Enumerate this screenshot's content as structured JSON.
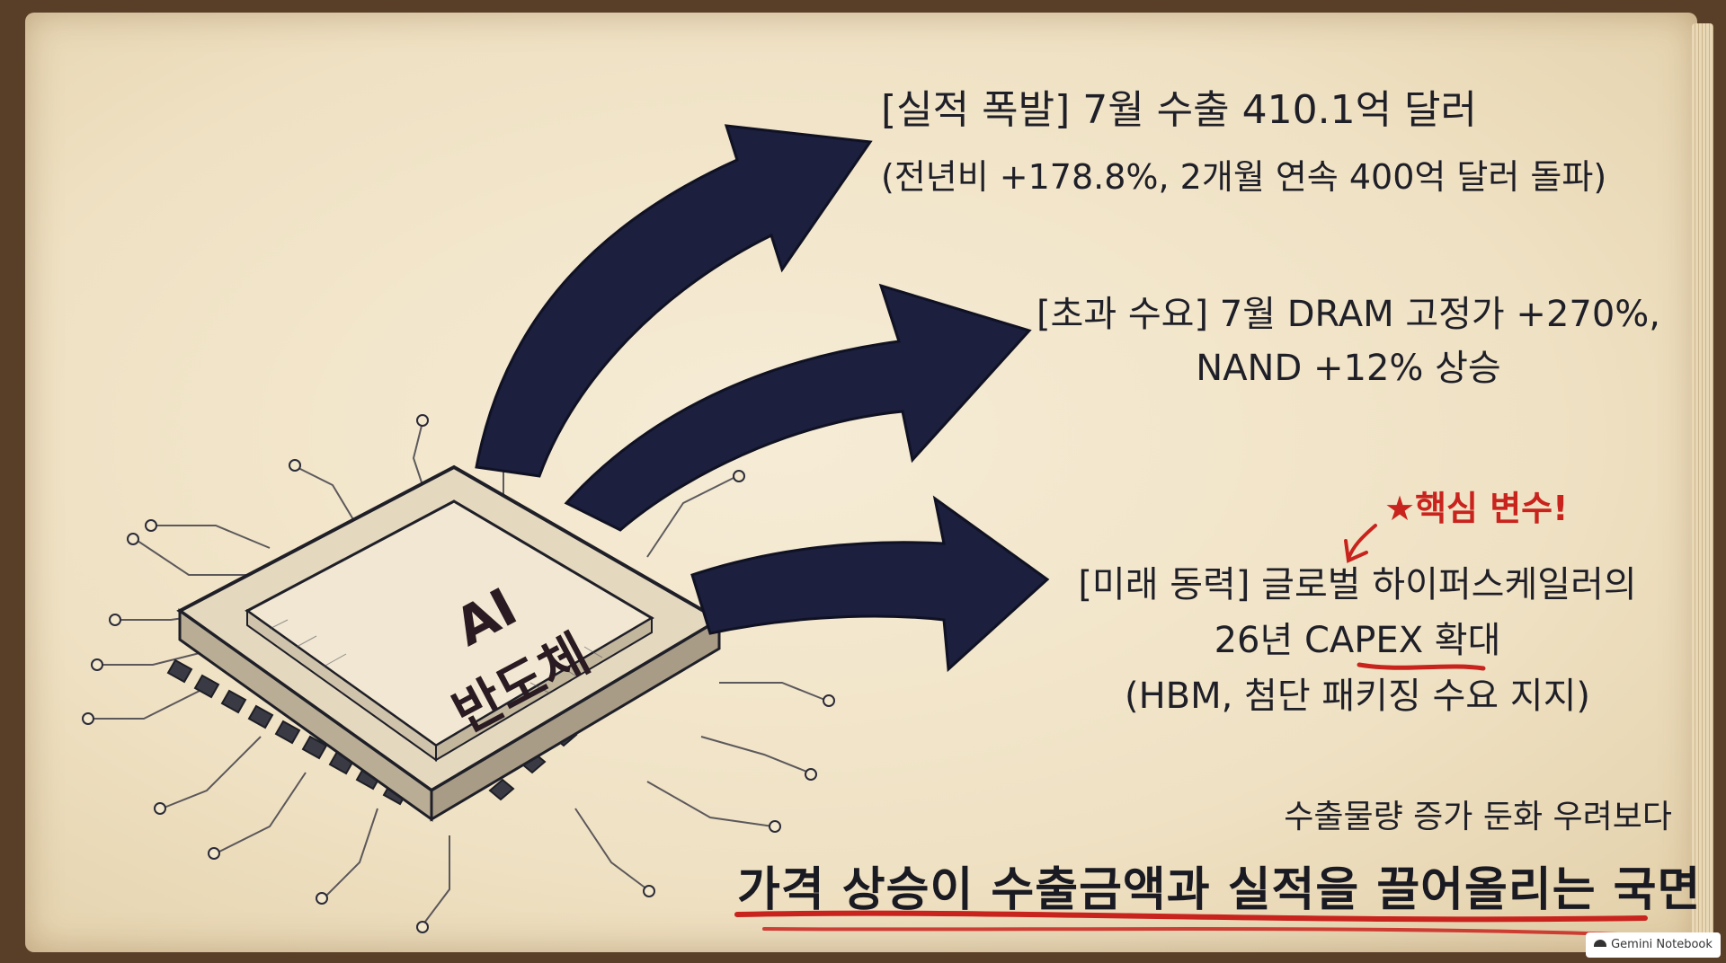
{
  "diagram": {
    "chip": {
      "line1": "AI",
      "line2": "반도체"
    },
    "blocks": [
      {
        "heading": "[실적 폭발] 7월 수출 410.1억 달러",
        "detail": "(전년비 +178.8%, 2개월 연속 400억 달러 돌파)"
      },
      {
        "line1": "[초과 수요] 7월 DRAM 고정가 +270%,",
        "line2": "NAND +12% 상승"
      },
      {
        "line1": "[미래 동력] 글로벌 하이퍼스케일러의",
        "line2_before": "26년 ",
        "line2_highlight": "CAPEX",
        "line2_after": " 확대",
        "line3": "(HBM, 첨단 패키징 수요 지지)"
      }
    ],
    "callout": "★핵심 변수!",
    "summary": {
      "sub": "수출물량 증가 둔화 우려보다",
      "main": "가격 상승이 수출금액과 실적을 끌어올리는 국면"
    },
    "colors": {
      "ink": "#1f1f3a",
      "accent": "#c8231d",
      "paper": "#f3e7cc"
    }
  },
  "watermark": {
    "label": "Gemini Notebook"
  }
}
